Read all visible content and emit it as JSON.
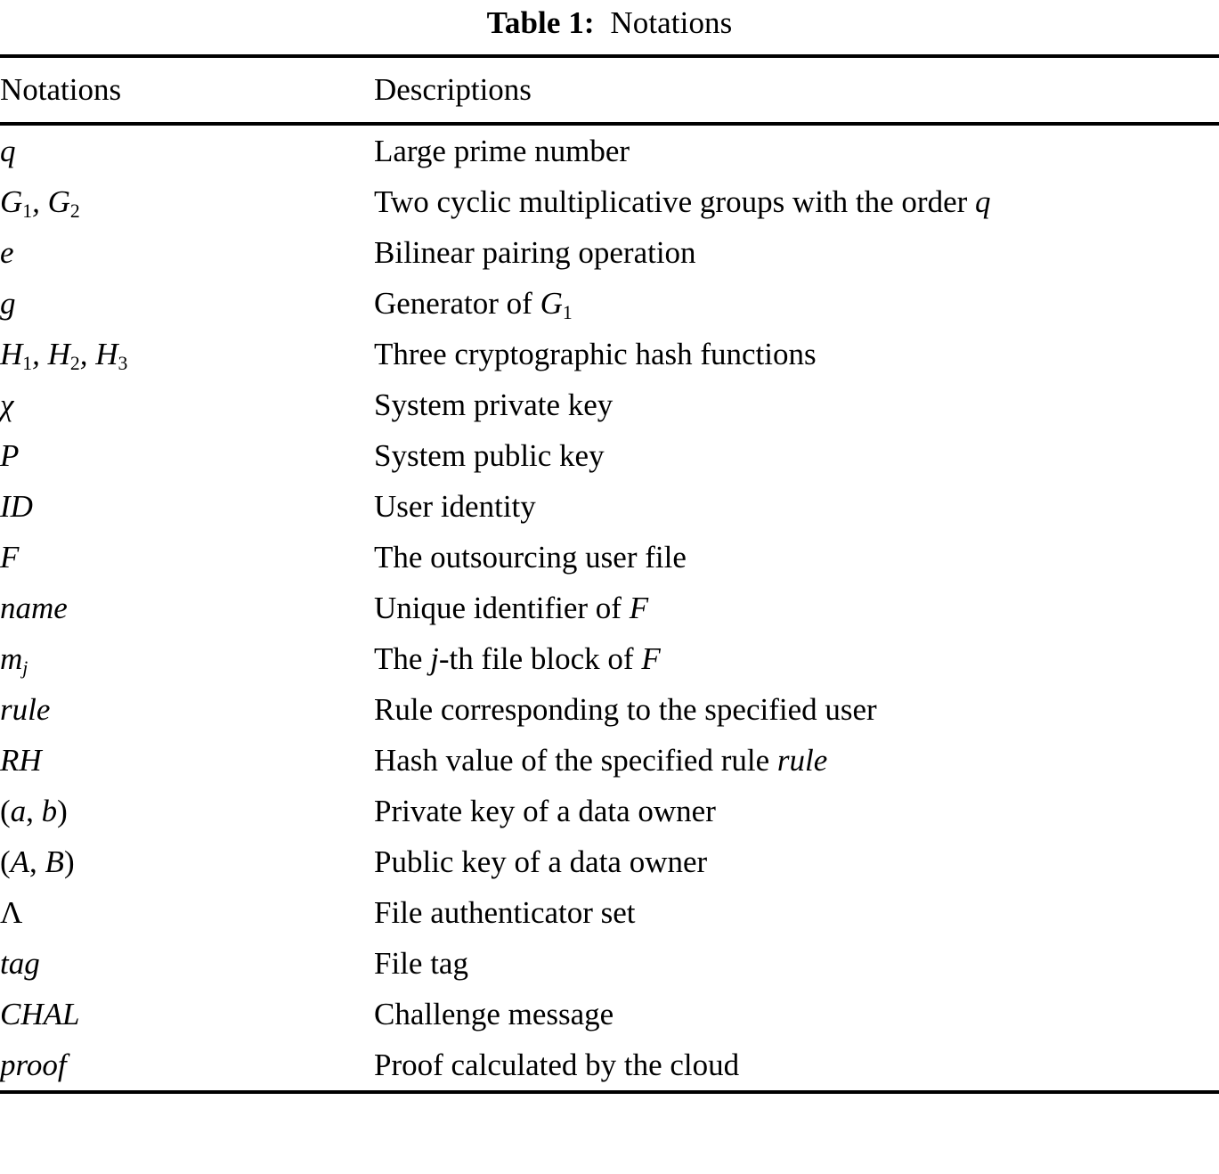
{
  "caption": {
    "label": "Table 1:",
    "text": "Notations"
  },
  "columns": [
    "Notations",
    "Descriptions"
  ],
  "rows": [
    {
      "notation_plain": "q",
      "description_plain": "Large prime number"
    },
    {
      "notation_plain": "G1, G2",
      "description_plain": "Two cyclic multiplicative groups with the order q"
    },
    {
      "notation_plain": "e",
      "description_plain": "Bilinear pairing operation"
    },
    {
      "notation_plain": "g",
      "description_plain": "Generator of G1"
    },
    {
      "notation_plain": "H1, H2, H3",
      "description_plain": "Three cryptographic hash functions"
    },
    {
      "notation_plain": "χ",
      "description_plain": "System private key"
    },
    {
      "notation_plain": "P",
      "description_plain": "System public key"
    },
    {
      "notation_plain": "ID",
      "description_plain": "User identity"
    },
    {
      "notation_plain": "F",
      "description_plain": "The outsourcing user file"
    },
    {
      "notation_plain": "name",
      "description_plain": "Unique identifier of F"
    },
    {
      "notation_plain": "mj",
      "description_plain": "The j-th file block of F"
    },
    {
      "notation_plain": "rule",
      "description_plain": "Rule corresponding to the specified user"
    },
    {
      "notation_plain": "RH",
      "description_plain": "Hash value of the specified rule rule"
    },
    {
      "notation_plain": "(a, b)",
      "description_plain": "Private key of a data owner"
    },
    {
      "notation_plain": "(A, B)",
      "description_plain": "Public key of a data owner"
    },
    {
      "notation_plain": "Λ",
      "description_plain": "File authenticator set"
    },
    {
      "notation_plain": "tag",
      "description_plain": "File tag"
    },
    {
      "notation_plain": "CHAL",
      "description_plain": "Challenge message"
    },
    {
      "notation_plain": "proof",
      "description_plain": "Proof calculated by the cloud"
    }
  ],
  "notation_tokens": {
    "q": "q",
    "G": "G",
    "e": "e",
    "g": "g",
    "H": "H",
    "chi": "χ",
    "P": "P",
    "ID": "ID",
    "F": "F",
    "name": "name",
    "m": "m",
    "j": "j",
    "rule": "rule",
    "RH": "RH",
    "a": "a",
    "b": "b",
    "A": "A",
    "B": "B",
    "lambda": "Λ",
    "tag": "tag",
    "CHAL": "CHAL",
    "proof": "proof",
    "sub1": "1",
    "sub2": "2",
    "sub3": "3",
    "comma_space": ", ",
    "paren_open": "(",
    "paren_close": ")"
  },
  "description_tokens": {
    "large_prime_number": "Large prime number",
    "two_cyclic_prefix": "Two cyclic multiplicative groups with the order ",
    "bilinear_pairing": "Bilinear pairing operation",
    "generator_of": "Generator of ",
    "three_hash": "Three cryptographic hash functions",
    "system_private_key": "System private key",
    "system_public_key": "System public key",
    "user_identity": "User identity",
    "outsourcing_file": "The outsourcing user file",
    "unique_identifier_of": "Unique identifier of ",
    "the_": "The ",
    "th_file_block_of": "-th file block of ",
    "rule_corresponding": "Rule corresponding to the specified user",
    "hash_value_prefix": "Hash value of the specified rule ",
    "private_key_owner": "Private key of a data owner",
    "public_key_owner": "Public key of a data owner",
    "file_authenticator_set": "File authenticator set",
    "file_tag": "File tag",
    "challenge_message": "Challenge message",
    "proof_calculated": "Proof calculated by the cloud"
  },
  "style": {
    "text_color": "#000000",
    "background_color": "#ffffff",
    "rule_color": "#000000"
  }
}
